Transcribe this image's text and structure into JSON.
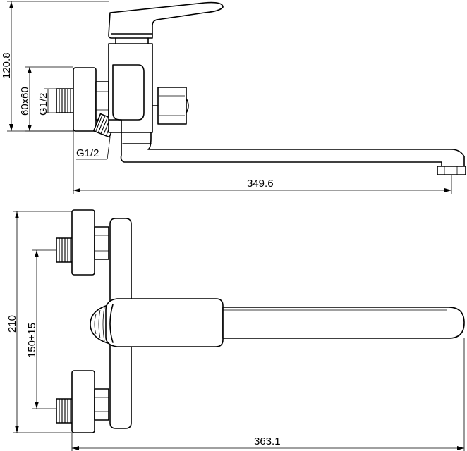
{
  "dimensions": {
    "height_top": "120.8",
    "flange_size": "60x60",
    "thread_inlet": "G1/2",
    "thread_outlet": "G1/2",
    "spout_length_top": "349.6",
    "height_front": "210",
    "center_distance": "150±15",
    "spout_length_front": "363.1"
  }
}
